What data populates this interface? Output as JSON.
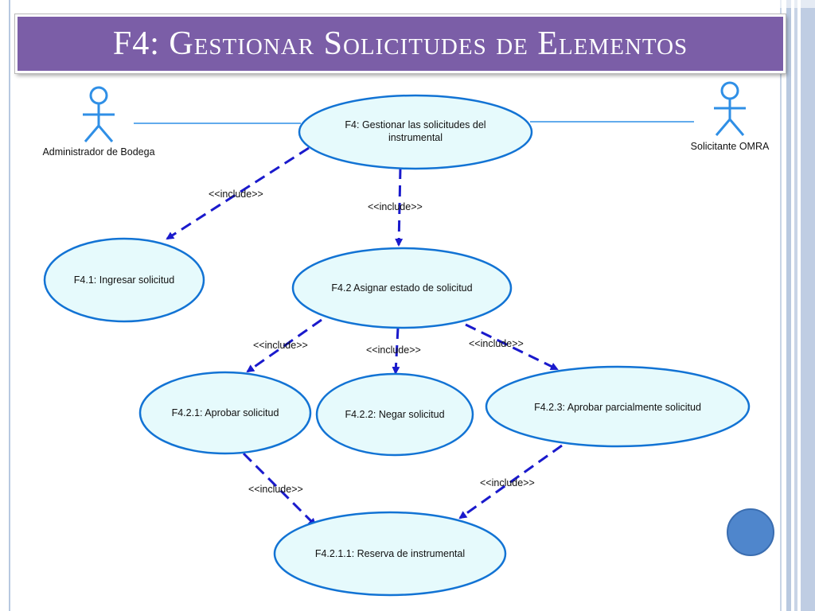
{
  "slide": {
    "title": "F4: Gestionar Solicitudes de Elementos"
  },
  "colors": {
    "title_bg": "#7b5ea7",
    "usecase_fill": "#e6fafc",
    "usecase_stroke": "#1273d4",
    "arrow": "#1a1acc",
    "actor": "#2f8fe6",
    "nav_circle": "#4f86cc"
  },
  "actors": [
    {
      "id": "admin",
      "label": "Administrador de Bodega",
      "icon": "stick-figure-icon"
    },
    {
      "id": "solicitante",
      "label": "Solicitante OMRA",
      "icon": "stick-figure-icon"
    }
  ],
  "usecases": [
    {
      "id": "f4",
      "lines": [
        "F4: Gestionar las solicitudes del",
        "instrumental"
      ]
    },
    {
      "id": "f41",
      "lines": [
        "F4.1: Ingresar solicitud"
      ]
    },
    {
      "id": "f42",
      "lines": [
        "F4.2 Asignar estado de solicitud"
      ]
    },
    {
      "id": "f421",
      "lines": [
        "F4.2.1: Aprobar solicitud"
      ]
    },
    {
      "id": "f422",
      "lines": [
        "F4.2.2: Negar solicitud"
      ]
    },
    {
      "id": "f423",
      "lines": [
        "F4.2.3: Aprobar parcialmente solicitud"
      ]
    },
    {
      "id": "f4211",
      "lines": [
        "F4.2.1.1: Reserva de instrumental"
      ]
    }
  ],
  "relations": [
    {
      "from": "f4",
      "to": "f41",
      "label": "<<include>>"
    },
    {
      "from": "f4",
      "to": "f42",
      "label": "<<include>>"
    },
    {
      "from": "f42",
      "to": "f421",
      "label": "<<include>>"
    },
    {
      "from": "f42",
      "to": "f422",
      "label": "<<include>>"
    },
    {
      "from": "f42",
      "to": "f423",
      "label": "<<include>>"
    },
    {
      "from": "f421",
      "to": "f4211",
      "label": "<<include>>"
    },
    {
      "from": "f423",
      "to": "f4211",
      "label": "<<include>>"
    }
  ]
}
